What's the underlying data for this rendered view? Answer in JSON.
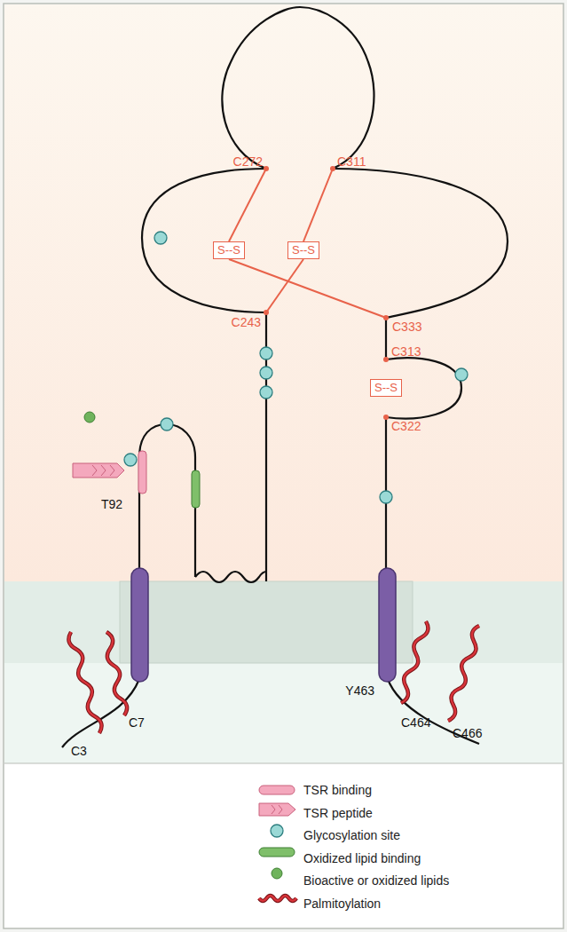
{
  "diagram": {
    "nodes": [
      {
        "text": [
          "S--S"
        ]
      },
      {
        "text": [
          "S--S"
        ]
      },
      {
        "text": [
          "S--S"
        ]
      }
    ],
    "labels": [
      "C272",
      "C311",
      "C243",
      "C333",
      "C313",
      "C322",
      "T92",
      "C3",
      "C7",
      "Y463",
      "C464",
      "C466"
    ],
    "legend": [
      {
        "text": "TSR binding"
      },
      {
        "text": "TSR peptide"
      },
      {
        "text": "Glycosylation site"
      },
      {
        "text": "Oxidized lipid binding"
      },
      {
        "text": "Bioactive or oxidized lipids"
      },
      {
        "text": "Palmitoylation"
      }
    ]
  }
}
